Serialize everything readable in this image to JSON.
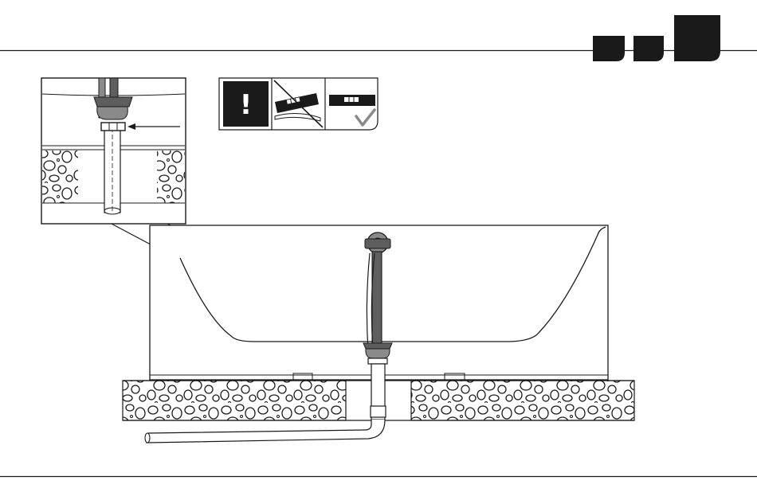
{
  "header": {
    "step_tabs": [
      {
        "name": "tab-small-1"
      },
      {
        "name": "tab-small-2"
      },
      {
        "name": "tab-large-active"
      }
    ]
  },
  "warning_panel": {
    "warning_symbol": "!",
    "icons": [
      "warning-icon",
      "level-wrong-icon",
      "level-correct-icon"
    ]
  },
  "colors": {
    "ink": "#1a1a1a",
    "pipe_dark": "#5e5e5e",
    "pipe_mid": "#8a8a8a",
    "fill_white": "#ffffff"
  }
}
